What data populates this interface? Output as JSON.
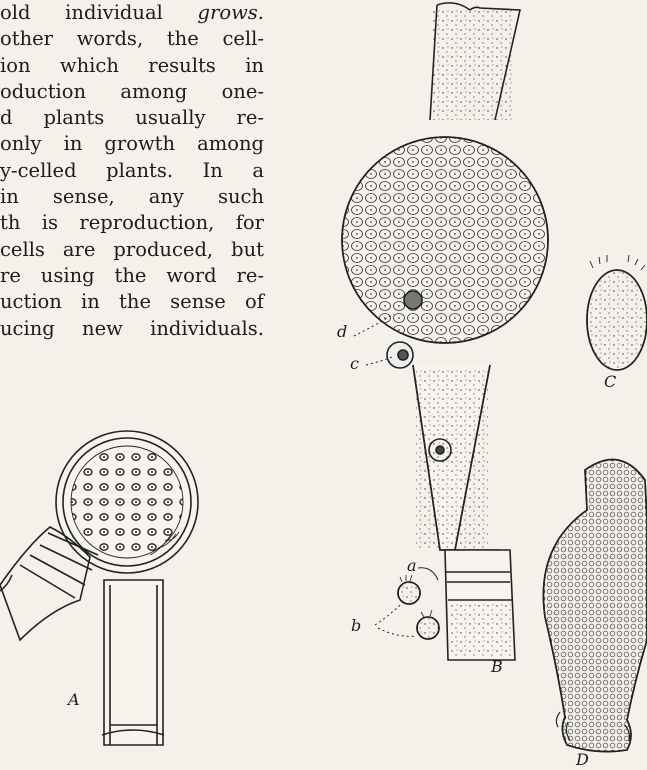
{
  "text": {
    "lines": [
      {
        "before": "old individual ",
        "italic": "grows.",
        "after": ""
      },
      {
        "before": "other words, the cell-",
        "italic": "",
        "after": ""
      },
      {
        "before": "ion which results in",
        "italic": "",
        "after": ""
      },
      {
        "before": "oduction among one-",
        "italic": "",
        "after": ""
      },
      {
        "before": "d plants usually re-",
        "italic": "",
        "after": ""
      },
      {
        "before": "only in growth among",
        "italic": "",
        "after": ""
      },
      {
        "before": "y-celled plants. In a",
        "italic": "",
        "after": ""
      },
      {
        "before": "in sense, any such",
        "italic": "",
        "after": ""
      },
      {
        "before": "th is reproduction, for",
        "italic": "",
        "after": ""
      },
      {
        "before": "cells are produced, but",
        "italic": "",
        "after": ""
      },
      {
        "before": "re using the word re-",
        "italic": "",
        "after": ""
      },
      {
        "before": "uction in the sense of",
        "italic": "",
        "after": ""
      },
      {
        "before": "ucing new individuals.",
        "italic": "",
        "after": ""
      }
    ]
  },
  "figure": {
    "labels": {
      "A": "A",
      "B": "B",
      "C": "C",
      "D": "D",
      "a": "a",
      "b": "b",
      "c": "c",
      "d": "d"
    }
  }
}
